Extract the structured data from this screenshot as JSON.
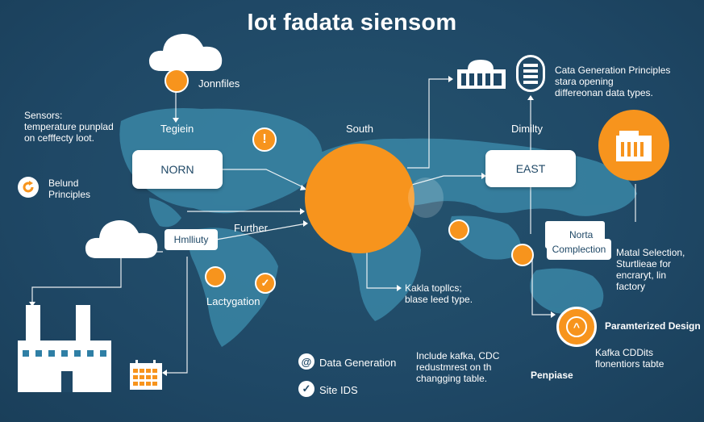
{
  "title": "Iot fadata siensom",
  "labels": {
    "jonnfiles": "Jonnfiles",
    "sensors": "Sensors:\ntemperature punplad\non cefffecty loot.",
    "tegiein": "Tegiein",
    "south": "South",
    "dimilty": "Dimilty",
    "belund": "Belund\nPrinciples",
    "further": "Further",
    "lactygation": "Lactygation",
    "kafka_topics": "Kakla topllcs;\nblase leed type.",
    "data_gen_principles": "Cata Generation Principles\nstara opening\ndiffereonan data types.",
    "matal_selection": "Matal Selection,\nSturtlieae for\nencraryt, lin\nfactory",
    "parameterized": "Paramterized Design",
    "kafka_cddits": "Kafka CDDits\nflonentiors tabte",
    "penpiase": "Penpiase",
    "include_kafka": "Include kafka, CDC\nredustmrest on th\nchangging table.",
    "data_generation": "Data Generation",
    "site_ids": "Site IDS"
  },
  "boxes": {
    "norn": "NORN",
    "east": "EAST",
    "humility": "Hmlliuty",
    "norta": "Norta",
    "complection": "Complection"
  },
  "icons": {
    "at": "@",
    "check": "✓",
    "caret": "^",
    "exclaim": "!"
  },
  "colors": {
    "background": "#1f4866",
    "land": "#3a86a6",
    "accent": "#f7941d",
    "white": "#ffffff"
  }
}
